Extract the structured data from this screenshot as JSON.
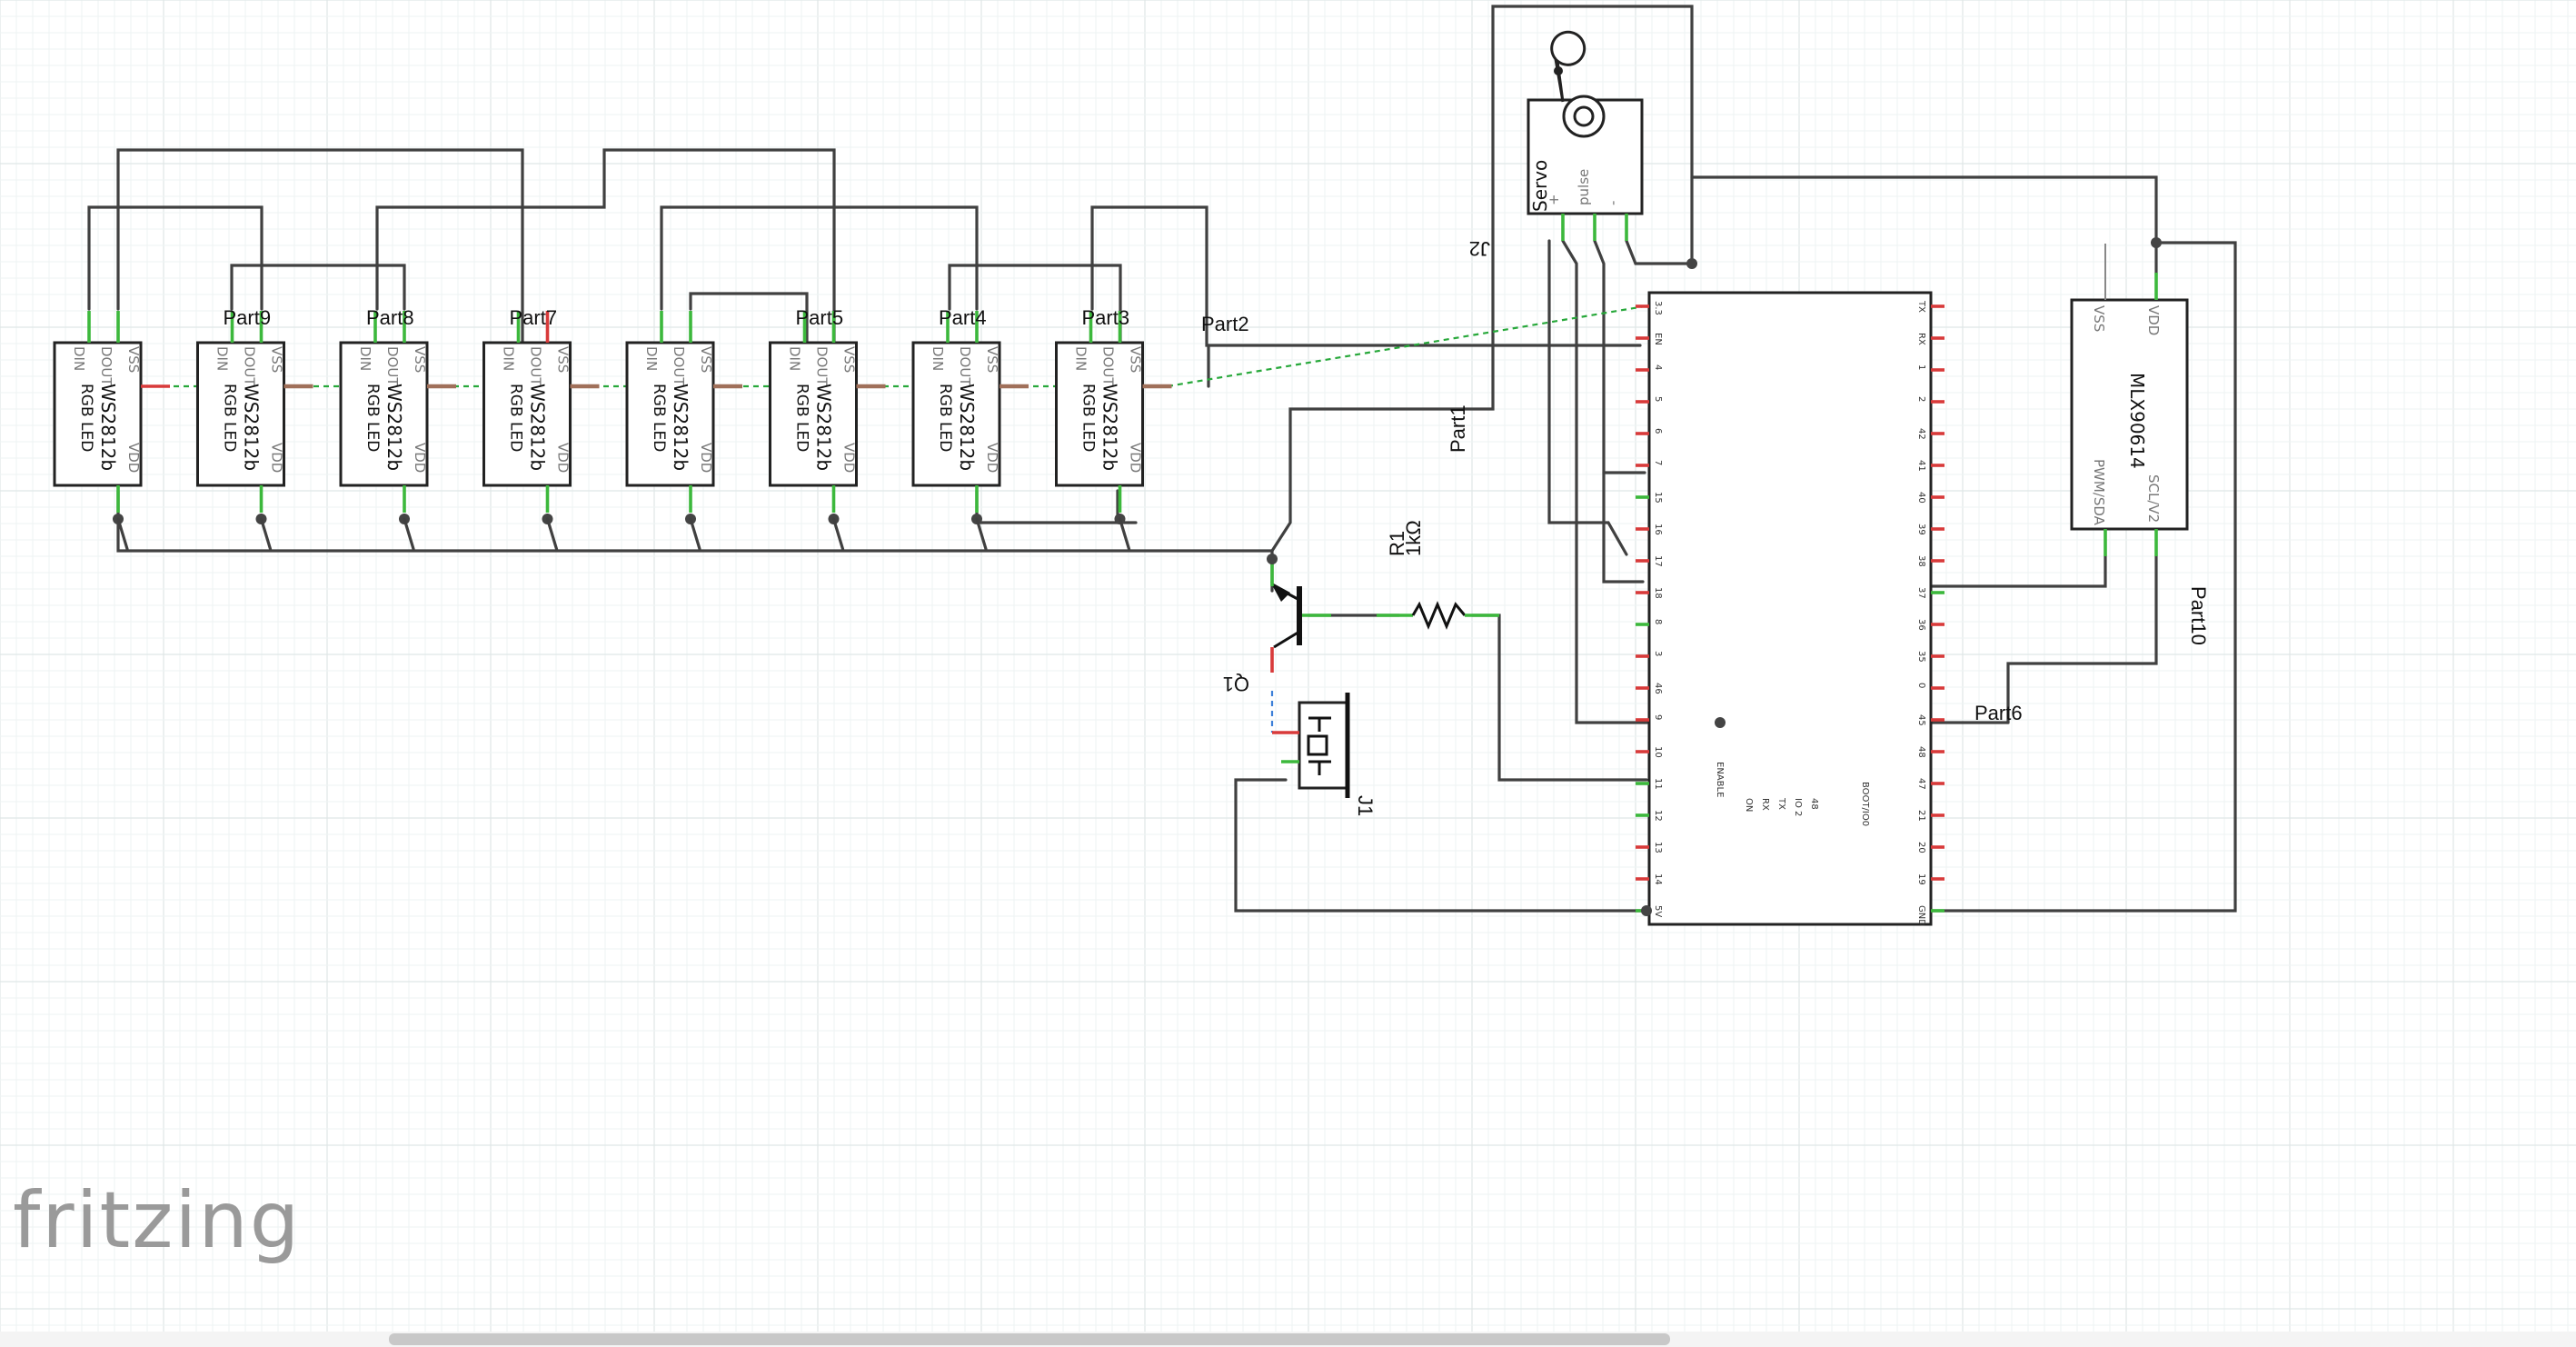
{
  "app": {
    "logo_text": "fritzing"
  },
  "canvas": {
    "background": "#ffffff",
    "grid_color": "#e3eaea"
  },
  "leds": [
    {
      "label": "",
      "name": "WS2812b",
      "sub": "RGB LED"
    },
    {
      "label": "Part9",
      "name": "WS2812b",
      "sub": "RGB LED"
    },
    {
      "label": "Part8",
      "name": "WS2812b",
      "sub": "RGB LED"
    },
    {
      "label": "Part7",
      "name": "WS2812b",
      "sub": "RGB LED"
    },
    {
      "label": "",
      "name": "WS2812b",
      "sub": "RGB LED"
    },
    {
      "label": "Part5",
      "name": "WS2812b",
      "sub": "RGB LED"
    },
    {
      "label": "Part4",
      "name": "WS2812b",
      "sub": "RGB LED"
    },
    {
      "label": "Part3",
      "name": "WS2812b",
      "sub": "RGB LED"
    }
  ],
  "led_pins": {
    "din": "DIN",
    "dout": "DOUT",
    "vss": "VSS",
    "vdd": "VDD"
  },
  "labels": {
    "part2": "Part2",
    "part1": "Part1",
    "part6": "Part6",
    "part10": "Part10",
    "j2": "J2",
    "r1": "R1",
    "r1_value": "1kΩ",
    "q1": "Q1",
    "j1": "J1"
  },
  "servo": {
    "title": "Servo",
    "pins": [
      "+",
      "pulse",
      "-"
    ]
  },
  "mlx": {
    "name": "MLX90614",
    "pins": {
      "vss": "VSS",
      "vdd": "VDD",
      "pwm": "PWM/SDA",
      "scl": "SCL/V2"
    }
  },
  "esp": {
    "left_pins": [
      "3.3",
      "EN",
      "4",
      "5",
      "6",
      "7",
      "15",
      "16",
      "17",
      "18",
      "8",
      "3",
      "46",
      "9",
      "10",
      "11",
      "12",
      "13",
      "14",
      "5V"
    ],
    "right_pins": [
      "TX",
      "RX",
      "1",
      "2",
      "42",
      "41",
      "40",
      "39",
      "38",
      "37",
      "36",
      "35",
      "0",
      "45",
      "48",
      "47",
      "21",
      "20",
      "19",
      "GND"
    ],
    "inner": {
      "enable": "ENABLE",
      "io_col": [
        "ON",
        "RX",
        "TX",
        "IO 2",
        "48"
      ],
      "boot": "BOOT/IO0"
    }
  },
  "colors": {
    "wire": "#404040",
    "pin_ok": "#3cb83c",
    "pin_unrouted": "#d83a3a",
    "ratsnest": "#27a83a"
  }
}
